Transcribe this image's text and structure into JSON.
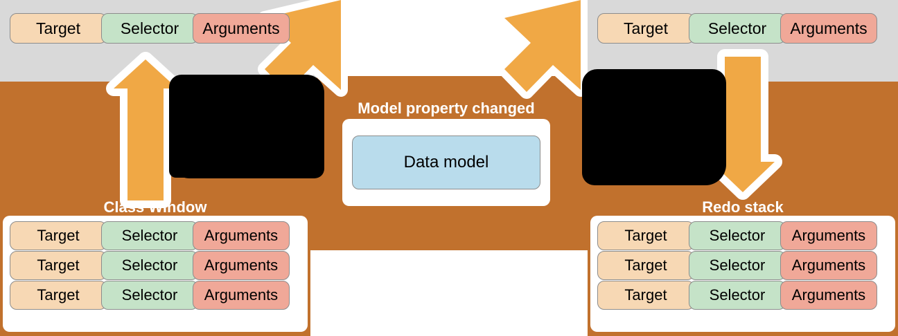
{
  "colors": {
    "background": "#ffffff",
    "band_brown": "#c1712d",
    "panel_gray": "#d9d9d9",
    "arrow_orange": "#f0a845",
    "pill_target": "#f7d8b4",
    "pill_selector": "#c5e3c8",
    "pill_arguments": "#f0a898",
    "model_pill": "#b9dcec",
    "pill_border": "#8c8c8c",
    "title_text": "#ffffff",
    "redaction": "#000000"
  },
  "top_left_panel": {
    "row": {
      "target": "Target",
      "selector": "Selector",
      "arguments": "Arguments"
    }
  },
  "top_right_panel": {
    "row": {
      "target": "Target",
      "selector": "Selector",
      "arguments": "Arguments"
    }
  },
  "center": {
    "title": "Model property changed",
    "data_model_label": "Data model"
  },
  "class_window": {
    "title": "Class Window",
    "rows": [
      {
        "target": "Target",
        "selector": "Selector",
        "arguments": "Arguments"
      },
      {
        "target": "Target",
        "selector": "Selector",
        "arguments": "Arguments"
      },
      {
        "target": "Target",
        "selector": "Selector",
        "arguments": "Arguments"
      }
    ]
  },
  "redo_stack": {
    "title": "Redo stack",
    "rows": [
      {
        "target": "Target",
        "selector": "Selector",
        "arguments": "Arguments"
      },
      {
        "target": "Target",
        "selector": "Selector",
        "arguments": "Arguments"
      },
      {
        "target": "Target",
        "selector": "Selector",
        "arguments": "Arguments"
      }
    ]
  },
  "arrows": [
    {
      "name": "undo-up-arrow-left",
      "direction": "up"
    },
    {
      "name": "diagonal-arrow-to-model-left",
      "direction": "down-left"
    },
    {
      "name": "diagonal-arrow-to-model-right",
      "direction": "down-left"
    },
    {
      "name": "redo-down-arrow-right",
      "direction": "down"
    }
  ],
  "redactions": [
    {
      "name": "redacted-label-left"
    },
    {
      "name": "redacted-label-right"
    }
  ]
}
